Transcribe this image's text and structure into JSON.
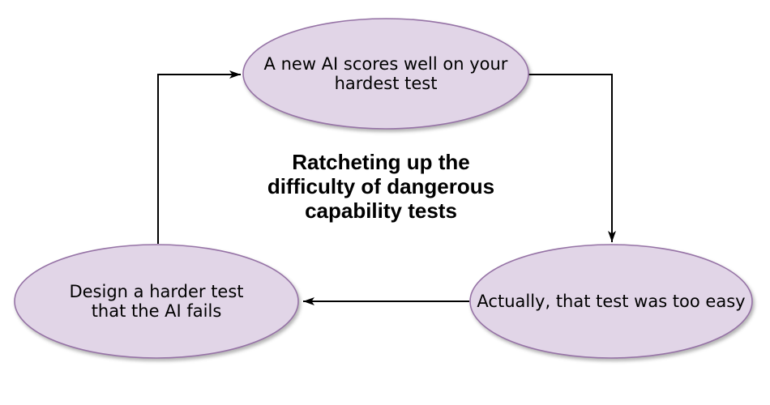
{
  "diagram": {
    "title": "Ratcheting up the difficulty of dangerous capability tests",
    "nodes": [
      {
        "id": "ai-scores-well",
        "label": "A new AI scores well on your hardest test",
        "position": "top"
      },
      {
        "id": "test-too-easy",
        "label": "Actually, that test was too easy",
        "position": "bottom-right"
      },
      {
        "id": "design-harder-test",
        "label": "Design a harder test that the AI fails",
        "position": "bottom-left"
      }
    ],
    "edges": [
      {
        "from": "design-harder-test",
        "to": "ai-scores-well"
      },
      {
        "from": "ai-scores-well",
        "to": "test-too-easy"
      },
      {
        "from": "test-too-easy",
        "to": "design-harder-test"
      }
    ],
    "colors": {
      "node_fill": "#e1d5e7",
      "node_stroke": "#9673a6",
      "arrow": "#000000",
      "text": "#000000",
      "background": "#ffffff"
    }
  }
}
